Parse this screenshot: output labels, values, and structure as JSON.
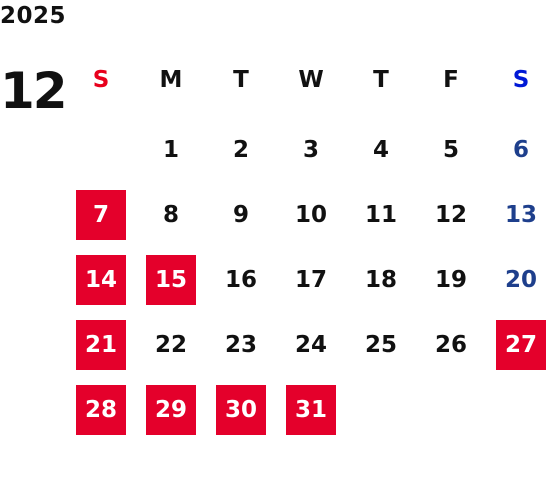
{
  "calendar": {
    "year": "2025",
    "month": "12",
    "weekdays": [
      "S",
      "M",
      "T",
      "W",
      "T",
      "F",
      "S"
    ],
    "weeks": [
      [
        "",
        "1",
        "2",
        "3",
        "4",
        "5",
        "6"
      ],
      [
        "7",
        "8",
        "9",
        "10",
        "11",
        "12",
        "13"
      ],
      [
        "14",
        "15",
        "16",
        "17",
        "18",
        "19",
        "20"
      ],
      [
        "21",
        "22",
        "23",
        "24",
        "25",
        "26",
        "27"
      ],
      [
        "28",
        "29",
        "30",
        "31",
        "",
        "",
        ""
      ]
    ],
    "highlighted_days": [
      "7",
      "14",
      "15",
      "21",
      "27",
      "28",
      "29",
      "30",
      "31"
    ]
  },
  "colors": {
    "highlight_bg": "#e4002b",
    "highlight_text": "#ffffff",
    "sunday_header": "#e8001c",
    "saturday_header": "#0019d6",
    "saturday_text": "#1e3f8c",
    "default_text": "#111111"
  }
}
